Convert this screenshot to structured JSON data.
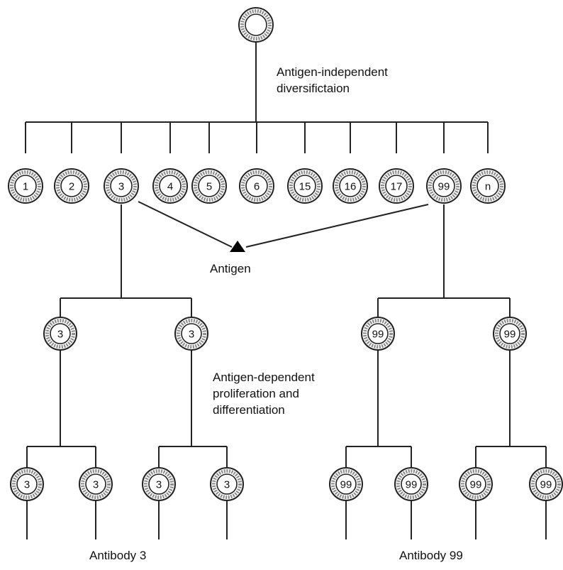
{
  "annotations": {
    "independent_line1": "Antigen-independent",
    "independent_line2": "diversifictaion",
    "dependent_line1": "Antigen-dependent",
    "dependent_line2": "proliferation and",
    "dependent_line3": "differentiation",
    "antigen": "Antigen",
    "antibody_3": "Antibody 3",
    "antibody_99": "Antibody 99"
  },
  "clone_labels": [
    "1",
    "2",
    "3",
    "4",
    "5",
    "6",
    "15",
    "16",
    "17",
    "99",
    "n"
  ],
  "selected_clones": [
    "3",
    "99"
  ],
  "progenitor_label": "",
  "colors": {
    "line": "#222222",
    "cell_band": "#8a8a8a",
    "antigen": "#000000"
  }
}
